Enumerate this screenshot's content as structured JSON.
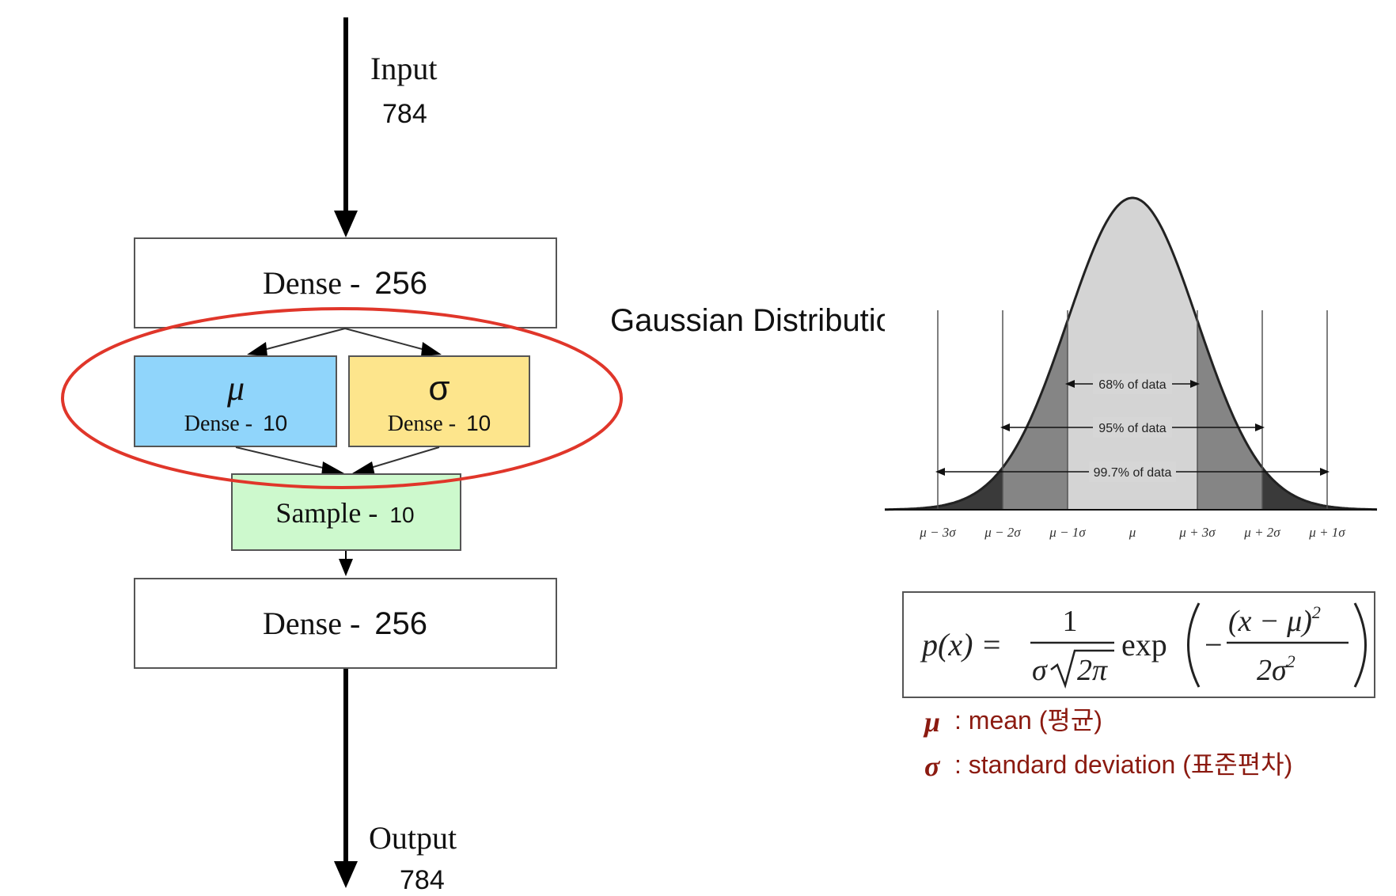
{
  "network": {
    "input_label": "Input",
    "input_size": "784",
    "dense1_label": "Dense - ",
    "dense1_size": "256",
    "mu_symbol": "μ",
    "mu_label": "Dense - ",
    "mu_size": "10",
    "sigma_symbol": "σ",
    "sigma_label": "Dense - ",
    "sigma_size": "10",
    "sample_label": "Sample - ",
    "sample_size": "10",
    "dense2_label": "Dense - ",
    "dense2_size": "256",
    "output_label": "Output",
    "output_size": "784",
    "colors": {
      "mu_fill": "#90d5fb",
      "sigma_fill": "#fde58c",
      "sample_fill": "#cdf9cd",
      "ellipse_stroke": "#e0362a"
    }
  },
  "gaussian": {
    "title": "Gaussian Distribution",
    "band_labels": {
      "one_sigma": "68% of data",
      "two_sigma": "95% of data",
      "three_sigma": "99.7% of data"
    },
    "axis_ticks": [
      "μ − 3σ",
      "μ − 2σ",
      "μ − 1σ",
      "μ",
      "μ + 3σ",
      "μ + 2σ",
      "μ + 1σ"
    ],
    "formula": {
      "lhs": "p(x) = ",
      "numerator": "1",
      "den_sigma": "σ",
      "den_root": "2π",
      "exp": "exp",
      "rhs_numerator": "(x − μ)",
      "rhs_num_exp": "2",
      "rhs_denominator": "2σ",
      "rhs_den_exp": "2",
      "minus": "−"
    },
    "legend": [
      {
        "symbol": "μ",
        "text": ": mean (평균)"
      },
      {
        "symbol": "σ",
        "text": ": standard deviation (표준편차)"
      }
    ],
    "legend_color": "#8b1a10"
  }
}
